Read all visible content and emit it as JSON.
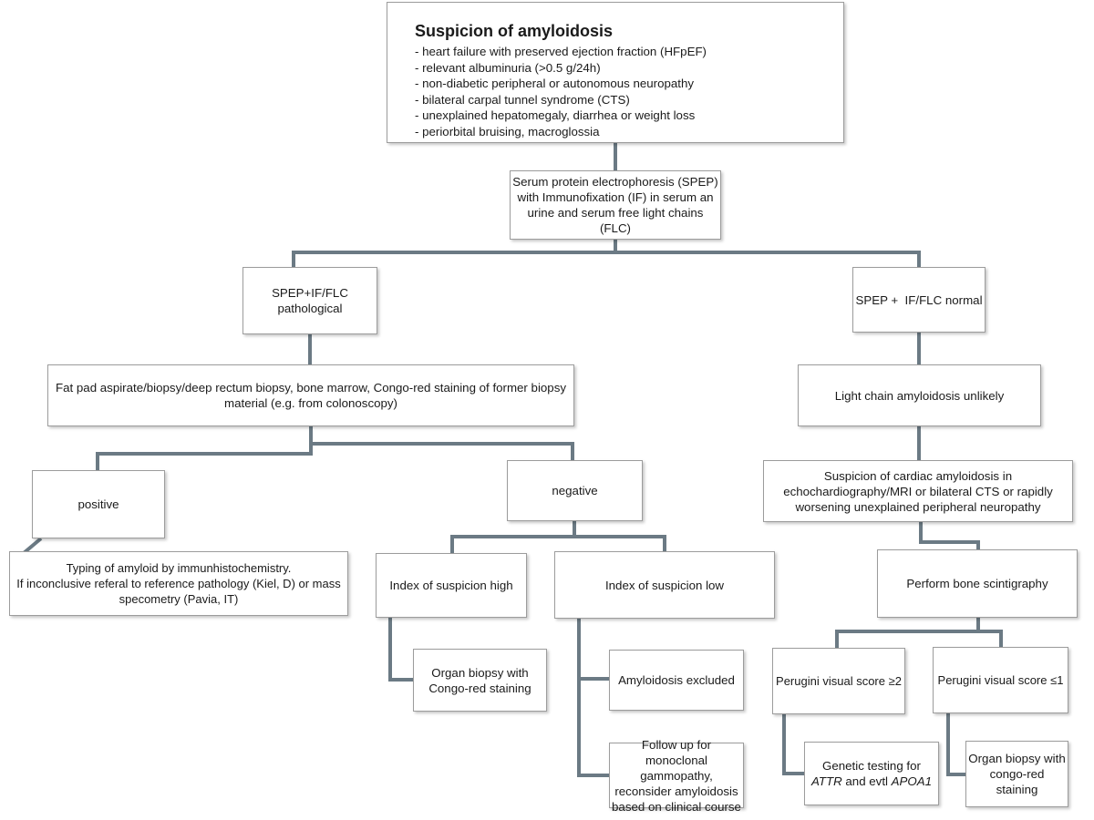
{
  "colors": {
    "connector": "#6b7a84",
    "box_border": "#9c9c9c",
    "box_bg": "#ffffff",
    "text": "#1a1a1a",
    "page_bg": "#ffffff"
  },
  "nodes": {
    "suspicion": {
      "title": "Suspicion of amyloidosis",
      "bullets": "- heart failure with preserved ejection fraction (HFpEF)\n- relevant albuminuria (>0.5 g/24h)\n- non-diabetic peripheral or autonomous neuropathy\n- bilateral carpal tunnel syndrome (CTS)\n- unexplained hepatomegaly, diarrhea or weight loss\n- periorbital bruising, macroglossia"
    },
    "spep": {
      "text": "Serum protein electrophoresis (SPEP)\nwith Immunofixation (IF) in serum an\nurine and serum free light chains\n(FLC)"
    },
    "patho": {
      "text": "SPEP+IF/FLC\npathological"
    },
    "normal": {
      "text": "SPEP +  IF/FLC normal"
    },
    "fatpad": {
      "text": "Fat pad aspirate/biopsy/deep rectum biopsy, bone marrow, Congo-red staining of former biopsy\nmaterial (e.g. from colonoscopy)"
    },
    "unlikely": {
      "text": "Light chain amyloidosis unlikely"
    },
    "positive": {
      "text": "positive"
    },
    "negative": {
      "text": "negative"
    },
    "cardiac": {
      "text": "Suspicion of cardiac amyloidosis in\nechochardiography/MRI or bilateral CTS or rapidly\nworsening unexplained peripheral neuropathy"
    },
    "typing": {
      "line1": "Typing of amyloid by immunhistochemistry.",
      "line2": "If inconclusive referal to reference pathology (Kiel, D) or mass\nspecometry (Pavia, IT)"
    },
    "indexhigh": {
      "text": "Index of suspicion high"
    },
    "indexlow": {
      "text": "Index of suspicion low"
    },
    "scinti": {
      "text": "Perform bone scintigraphy"
    },
    "organbiopsy1": {
      "text": "Organ biopsy with\nCongo-red staining"
    },
    "excluded": {
      "text": "Amyloidosis excluded"
    },
    "perugini2": {
      "text": "Perugini visual score ≥2"
    },
    "perugini1": {
      "text": "Perugini visual score ≤1"
    },
    "followup": {
      "text": "Follow up for\nmonoclonal\ngammopathy,\nreconsider amyloidosis\nbased on clinical course"
    },
    "genetic": {
      "line1": "Genetic testing for",
      "gene1": "ATTR",
      "mid": " and evtl ",
      "gene2": "APOA1"
    },
    "organbiopsy2": {
      "text": "Organ biopsy with\ncongo-red\nstaining"
    }
  }
}
